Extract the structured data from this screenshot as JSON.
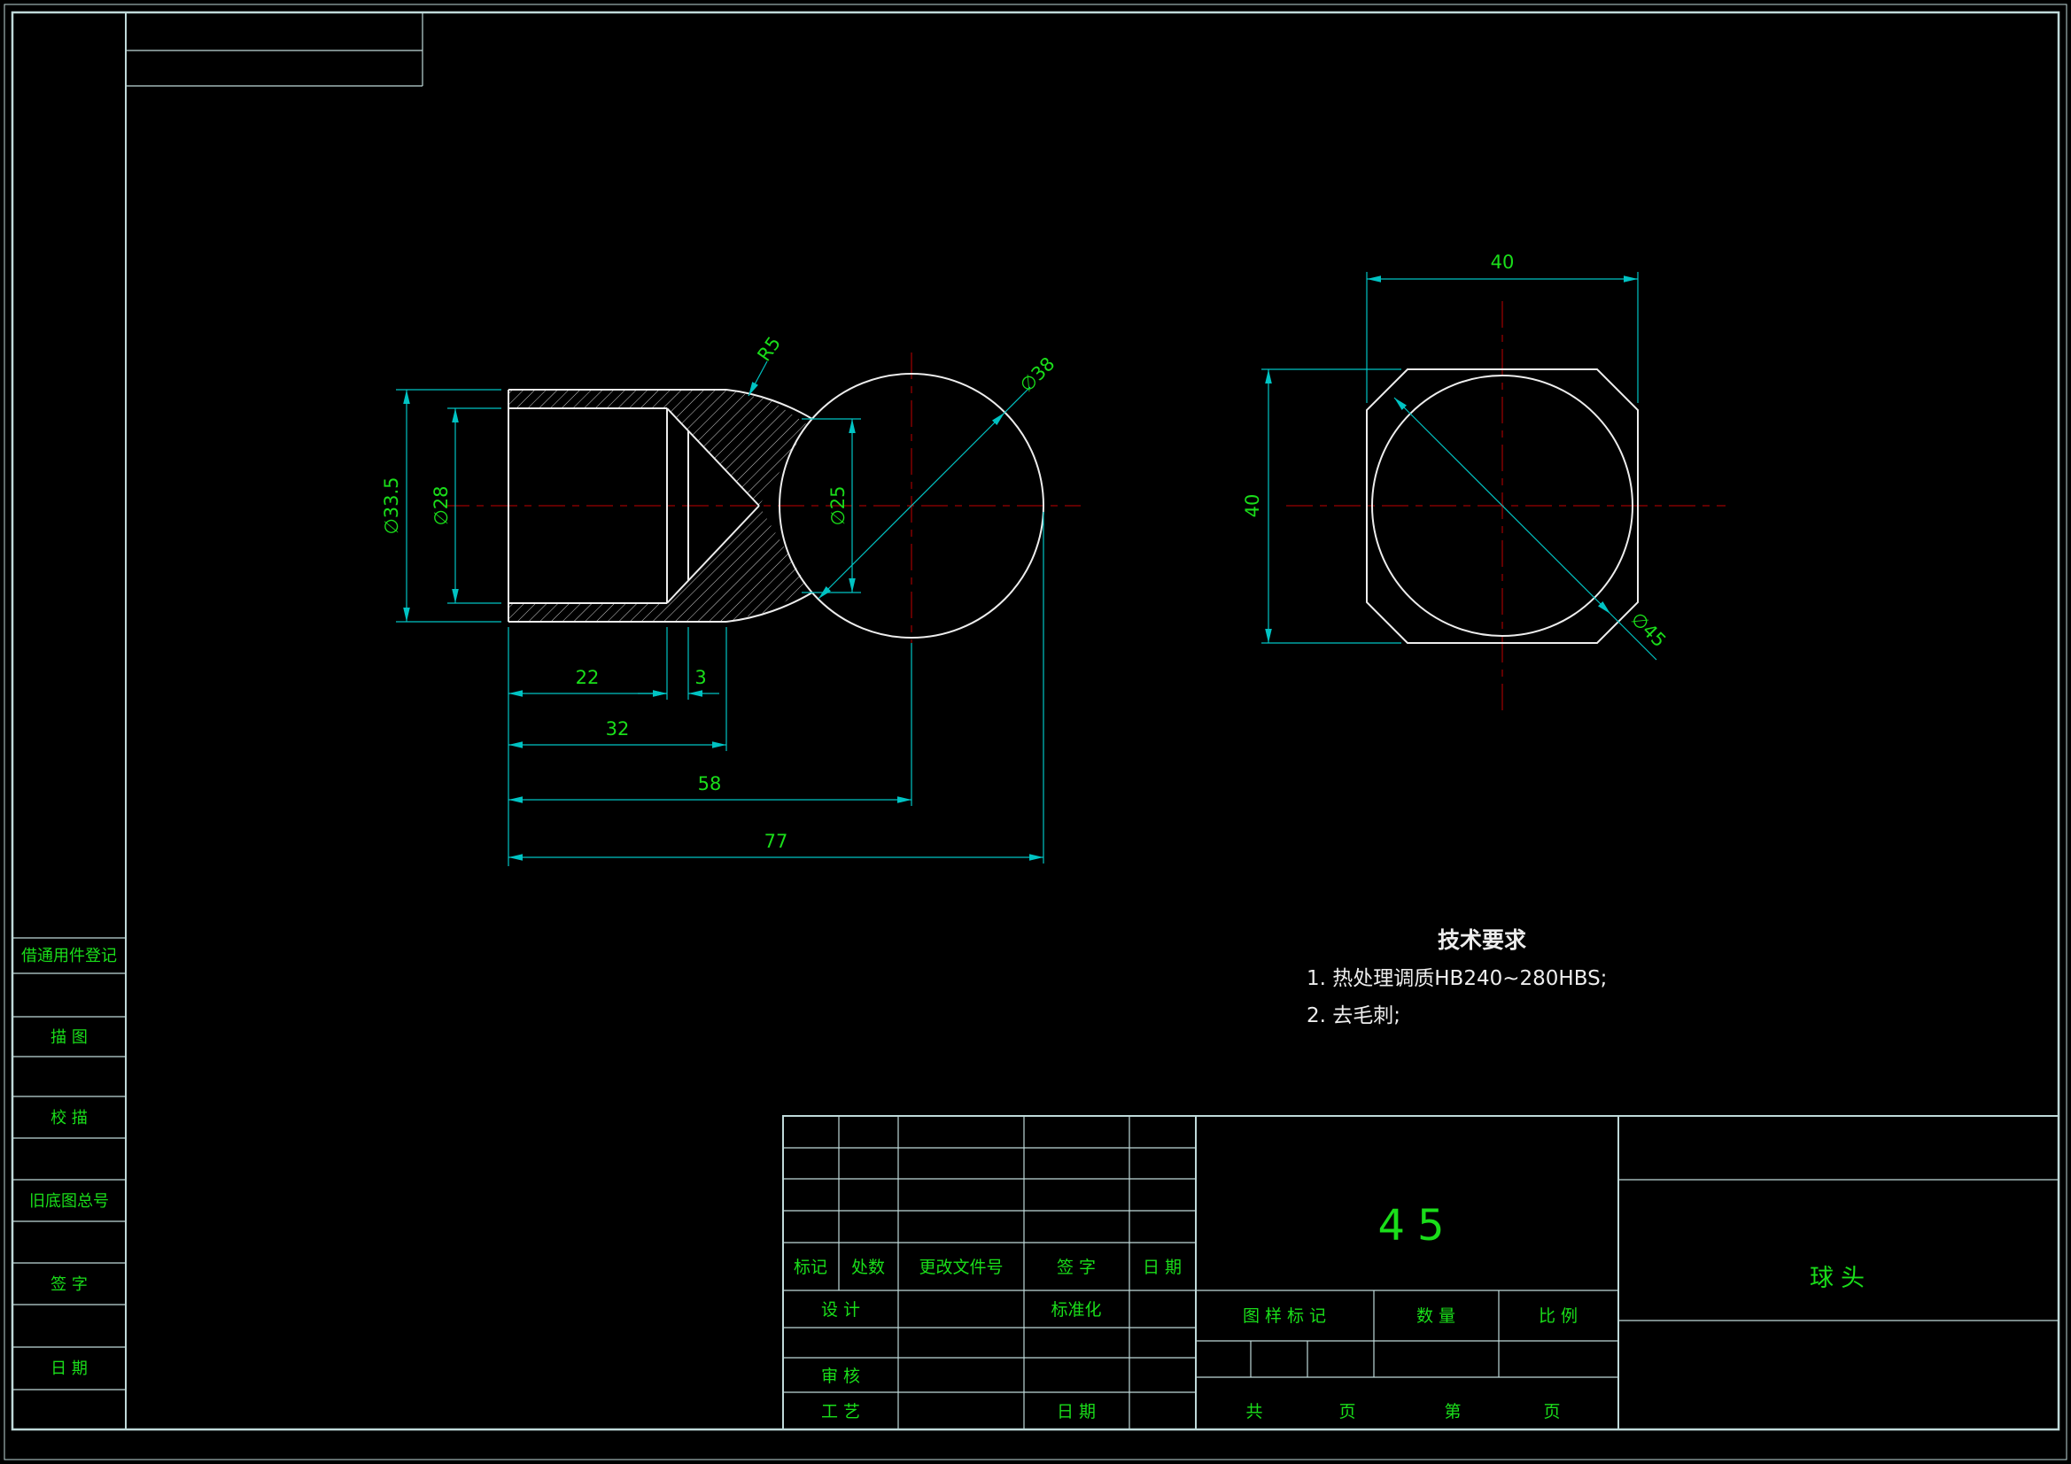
{
  "colors": {
    "background": "#000000",
    "part_outline": "#EDEDED",
    "dimension_lines": "#00C3C3",
    "green_text": "#1ADE1A",
    "centerline_red": "#C00000",
    "frame_lines": "#BFD9D9",
    "white_text": "#EDEDED"
  },
  "left_panel": {
    "items": [
      "借通用件登记",
      "描  图",
      "校  描",
      "旧底图总号",
      "签  字",
      "日  期"
    ]
  },
  "front_view": {
    "d335": "∅33.5",
    "d28": "∅28",
    "d25": "∅25",
    "d38": "∅38",
    "r5": "R5",
    "l22": "22",
    "l3": "3",
    "l32": "32",
    "l58": "58",
    "l77": "77"
  },
  "side_view": {
    "w40": "40",
    "h40": "40",
    "d45": "∅45"
  },
  "tech": {
    "title": "技术要求",
    "item1": "1. 热处理调质HB240~280HBS;",
    "item2": "2. 去毛刺;"
  },
  "title_block": {
    "material": "45",
    "part_name": "球头",
    "col_mark": "标记",
    "col_count": "处数",
    "col_file_no": "更改文件号",
    "col_sign": "签  字",
    "col_date": "日  期",
    "row_design": "设  计",
    "row_standard": "标准化",
    "row_audit": "审  核",
    "row_process": "工  艺",
    "row_date2": "日  期",
    "cell_mark": "图 样 标 记",
    "cell_qty": "数  量",
    "cell_scale": "比  例",
    "cell_total": "共",
    "cell_page": "页",
    "cell_no": "第",
    "cell_page2": "页"
  }
}
